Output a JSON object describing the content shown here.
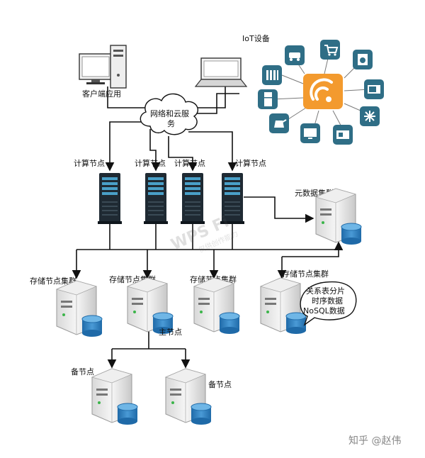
{
  "labels": {
    "iot": "IoT设备",
    "client_app": "客户端应用",
    "network_cloud_1": "网络和云服",
    "network_cloud_2": "务",
    "compute": [
      "计算节点",
      "计算节点",
      "计算节点",
      "计算节点"
    ],
    "metadata_cluster": "元数据集群",
    "storage": [
      "存储节点集群",
      "存储节点集群",
      "存储节点集群",
      "存储节点集群"
    ],
    "primary_node": "主节点",
    "backup": [
      "备节点",
      "备节点"
    ],
    "bubble": [
      "关系表分片",
      "时序数据",
      "NoSQL数据"
    ],
    "watermark_main": "WPS Fi",
    "watermark_sub": "仅供创作能力",
    "credit": "知乎 @赵伟"
  },
  "colors": {
    "line": "#111111",
    "iot_tile": "#2f6e86",
    "iot_hub": "#f39a2e",
    "server_dark": "#1f2a33",
    "server_stripe": "#4aa0c8",
    "db_blue": "#2d7fc1"
  },
  "icons": {
    "client": "desktop-computer-icon",
    "laptop": "laptop-icon",
    "cloud": "cloud-icon",
    "iot_hub": "wifi-icon",
    "iot_devices": [
      "radiator-icon",
      "car-icon",
      "shopping-cart-icon",
      "washing-machine-icon",
      "microwave-icon",
      "snowflake-icon",
      "scanner-icon",
      "tv-icon",
      "kettle-icon",
      "fridge-icon"
    ]
  }
}
